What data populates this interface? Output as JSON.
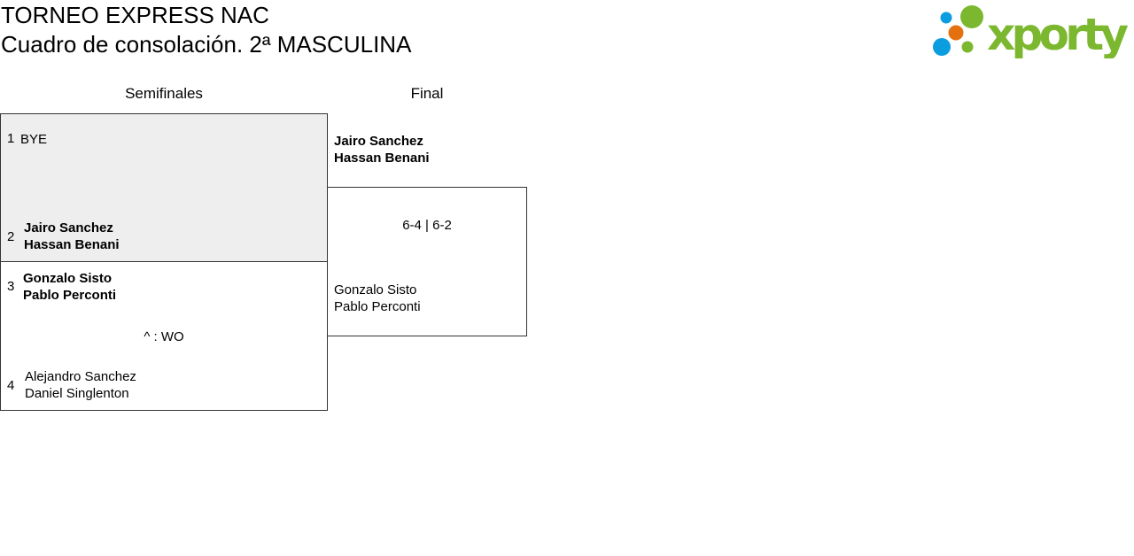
{
  "header": {
    "title": "TORNEO EXPRESS NAC",
    "subtitle": "Cuadro de consolación. 2ª MASCULINA",
    "logo_text": "xporty"
  },
  "rounds": [
    {
      "label": "Semifinales"
    },
    {
      "label": "Final"
    }
  ],
  "semifinals": [
    {
      "seed1": "1",
      "team1": [
        "BYE"
      ],
      "seed2": "2",
      "team2": [
        "Jairo Sanchez",
        "Hassan Benani"
      ],
      "result": ""
    },
    {
      "seed1": "3",
      "team1": [
        "Gonzalo Sisto",
        "Pablo Perconti"
      ],
      "seed2": "4",
      "team2": [
        "Alejandro Sanchez",
        "Daniel Singlenton"
      ],
      "result": "^ : WO"
    }
  ],
  "final": {
    "team1": [
      "Jairo Sanchez",
      "Hassan Benani"
    ],
    "team2": [
      "Gonzalo Sisto",
      "Pablo Perconti"
    ],
    "result": "6-4 | 6-2"
  },
  "colors": {
    "green": "#7cb82f",
    "blue": "#0a9de0",
    "orange": "#e5700f"
  }
}
